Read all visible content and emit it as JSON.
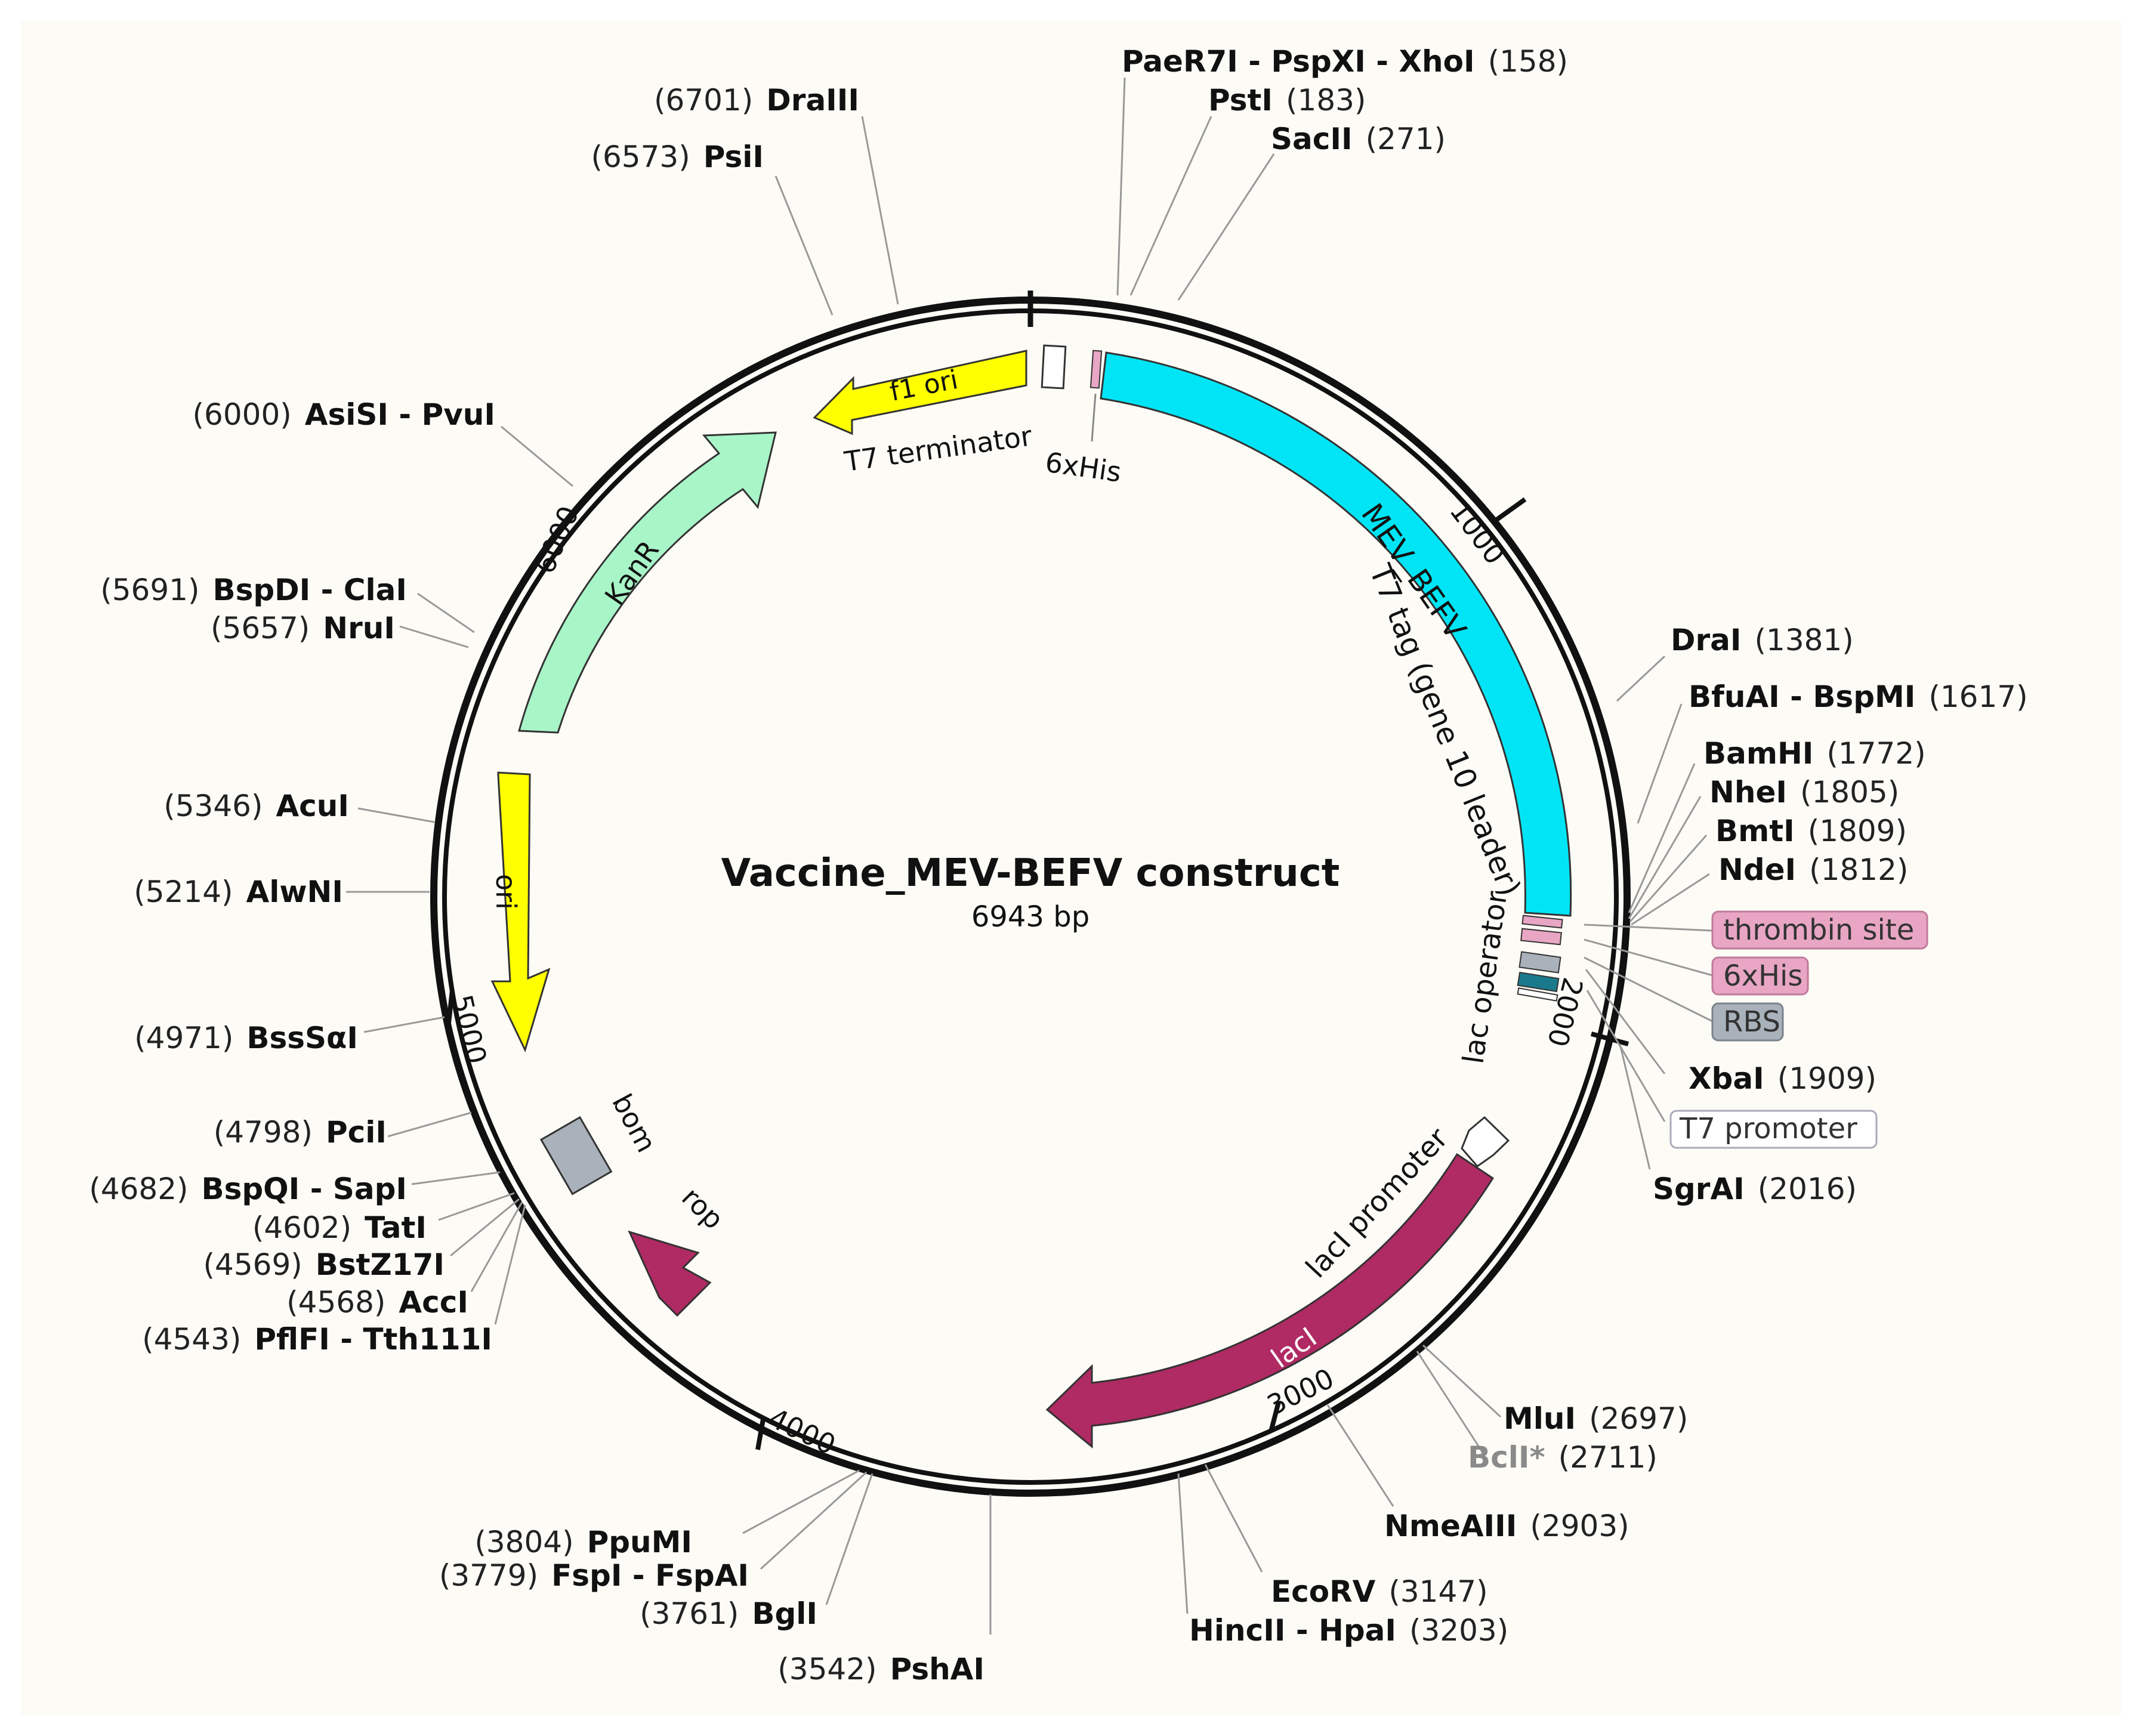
{
  "title": "Vaccine_MEV-BEFV construct",
  "length_label": "6943 bp",
  "total_bp": 6943,
  "colors": {
    "background": "#fdfbf6",
    "backbone": "#111111",
    "cyan": "#00e5f5",
    "yellow": "#ffff00",
    "mint": "#a8f5c8",
    "maroon": "#b02a63",
    "pink": "#e8a6c4",
    "grey": "#a9b2bb",
    "teal": "#1a7a8c"
  },
  "ticks": [
    "1000",
    "2000",
    "3000",
    "4000",
    "5000",
    "6000"
  ],
  "features": [
    {
      "label": "f1 ori",
      "color": "yellow",
      "icon": "arrow"
    },
    {
      "label": "T7 terminator",
      "color": "white",
      "icon": "box"
    },
    {
      "label": "6xHis",
      "color": "pink",
      "icon": "box"
    },
    {
      "label": "MEV_BEFV",
      "color": "cyan",
      "icon": "arrow"
    },
    {
      "label": "T7 tag (gene 10 leader)",
      "color": "white",
      "icon": "none"
    },
    {
      "label": "lac operator",
      "color": "white",
      "icon": "none"
    },
    {
      "label": "lacI promoter",
      "color": "white",
      "icon": "arrow"
    },
    {
      "label": "lacI",
      "color": "maroon",
      "icon": "arrow"
    },
    {
      "label": "rop",
      "color": "maroon",
      "icon": "arrow"
    },
    {
      "label": "bom",
      "color": "grey",
      "icon": "box"
    },
    {
      "label": "ori",
      "color": "yellow",
      "icon": "arrow"
    },
    {
      "label": "KanR",
      "color": "mint",
      "icon": "arrow"
    }
  ],
  "sites": [
    {
      "name": "PaeR7I - PspXI - XhoI",
      "pos": "(158)"
    },
    {
      "name": "PstI",
      "pos": "(183)"
    },
    {
      "name": "SacII",
      "pos": "(271)"
    },
    {
      "name": "DraI",
      "pos": "(1381)"
    },
    {
      "name": "BfuAI - BspMI",
      "pos": "(1617)"
    },
    {
      "name": "BamHI",
      "pos": "(1772)"
    },
    {
      "name": "NheI",
      "pos": "(1805)"
    },
    {
      "name": "BmtI",
      "pos": "(1809)"
    },
    {
      "name": "NdeI",
      "pos": "(1812)"
    },
    {
      "name": "XbaI",
      "pos": "(1909)"
    },
    {
      "name": "SgrAI",
      "pos": "(2016)"
    },
    {
      "name": "MluI",
      "pos": "(2697)"
    },
    {
      "name": "BclI*",
      "pos": "(2711)"
    },
    {
      "name": "NmeAIII",
      "pos": "(2903)"
    },
    {
      "name": "EcoRV",
      "pos": "(3147)"
    },
    {
      "name": "HincII - HpaI",
      "pos": "(3203)"
    },
    {
      "name": "PshAI",
      "pos": "(3542)"
    },
    {
      "name": "BglI",
      "pos": "(3761)"
    },
    {
      "name": "FspI - FspAI",
      "pos": "(3779)"
    },
    {
      "name": "PpuMI",
      "pos": "(3804)"
    },
    {
      "name": "PflFI - Tth111I",
      "pos": "(4543)"
    },
    {
      "name": "AccI",
      "pos": "(4568)"
    },
    {
      "name": "BstZ17I",
      "pos": "(4569)"
    },
    {
      "name": "TatI",
      "pos": "(4602)"
    },
    {
      "name": "BspQI - SapI",
      "pos": "(4682)"
    },
    {
      "name": "PciI",
      "pos": "(4798)"
    },
    {
      "name": "BssSαI",
      "pos": "(4971)"
    },
    {
      "name": "AlwNI",
      "pos": "(5214)"
    },
    {
      "name": "AcuI",
      "pos": "(5346)"
    },
    {
      "name": "NruI",
      "pos": "(5657)"
    },
    {
      "name": "BspDI - ClaI",
      "pos": "(5691)"
    },
    {
      "name": "AsiSI - PvuI",
      "pos": "(6000)"
    },
    {
      "name": "PsiI",
      "pos": "(6573)"
    },
    {
      "name": "DraIII",
      "pos": "(6701)"
    }
  ],
  "boxed_labels": [
    {
      "label": "thrombin site",
      "color": "pink"
    },
    {
      "label": "6xHis",
      "color": "pink"
    },
    {
      "label": "RBS",
      "color": "grey"
    },
    {
      "label": "T7 promoter",
      "color": "white"
    }
  ]
}
